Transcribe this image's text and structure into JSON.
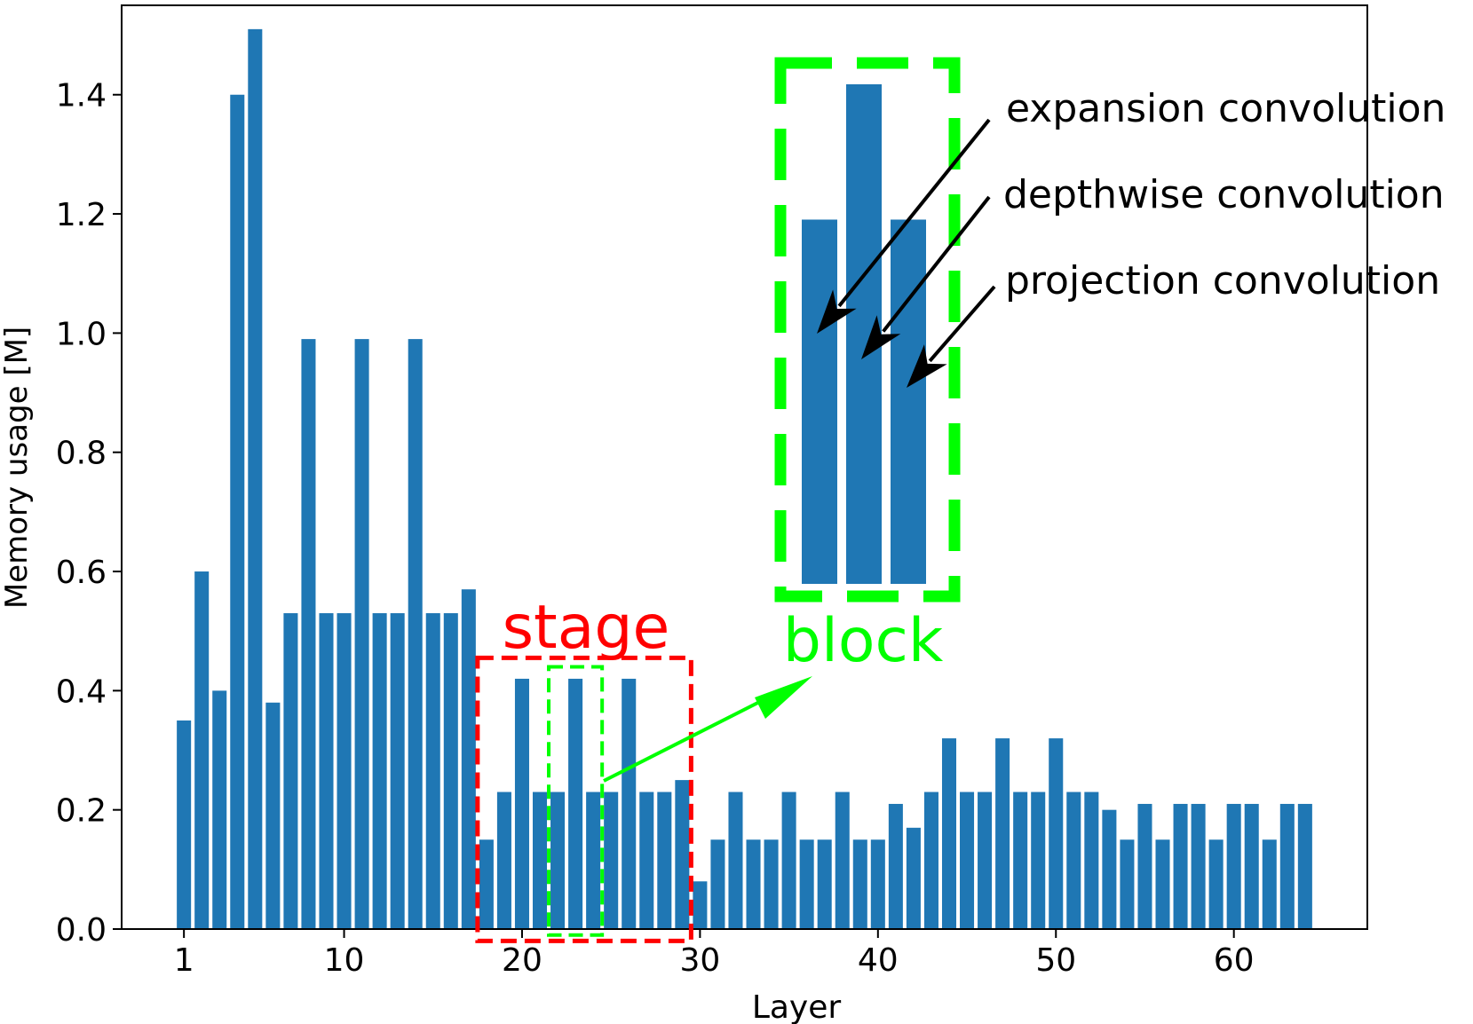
{
  "chart_data": {
    "type": "bar",
    "xlabel": "Layer",
    "ylabel": "Memory usage [M]",
    "xlim": [
      -2.5,
      67.5
    ],
    "ylim": [
      0,
      1.55
    ],
    "x_ticks": [
      1,
      10,
      20,
      30,
      40,
      50,
      60
    ],
    "y_ticks": [
      "0.0",
      "0.2",
      "0.4",
      "0.6",
      "0.8",
      "1.0",
      "1.2",
      "1.4"
    ],
    "bar_color": "#1f77b4",
    "x": [
      1,
      2,
      3,
      4,
      5,
      6,
      7,
      8,
      9,
      10,
      11,
      12,
      13,
      14,
      15,
      16,
      17,
      18,
      19,
      20,
      21,
      22,
      23,
      24,
      25,
      26,
      27,
      28,
      29,
      30,
      31,
      32,
      33,
      34,
      35,
      36,
      37,
      38,
      39,
      40,
      41,
      42,
      43,
      44,
      45,
      46,
      47,
      48,
      49,
      50,
      51,
      52,
      53,
      54,
      55,
      56,
      57,
      58,
      59,
      60,
      61,
      62,
      63,
      64
    ],
    "values": [
      0.35,
      0.6,
      0.4,
      1.4,
      1.51,
      0.38,
      0.53,
      0.99,
      0.53,
      0.53,
      0.99,
      0.53,
      0.53,
      0.99,
      0.53,
      0.53,
      0.57,
      0.15,
      0.23,
      0.42,
      0.23,
      0.23,
      0.42,
      0.23,
      0.23,
      0.42,
      0.23,
      0.23,
      0.25,
      0.08,
      0.15,
      0.23,
      0.15,
      0.15,
      0.23,
      0.15,
      0.15,
      0.23,
      0.15,
      0.15,
      0.21,
      0.17,
      0.23,
      0.32,
      0.23,
      0.23,
      0.32,
      0.23,
      0.23,
      0.32,
      0.23,
      0.23,
      0.2,
      0.15,
      0.21,
      0.15,
      0.21,
      0.21,
      0.15,
      0.21,
      0.21,
      0.15,
      0.21,
      0.21
    ],
    "annotations": {
      "stage": {
        "label": "stage",
        "color": "#ff0000",
        "x_range": [
          17.5,
          29.5
        ],
        "y_range": [
          -0.02,
          0.455
        ]
      },
      "block": {
        "label": "block",
        "color": "#00ff00",
        "x_range": [
          21.5,
          24.5
        ],
        "y_range": [
          -0.01,
          0.44
        ]
      },
      "inset": {
        "values": [
          1.05,
          1.44,
          1.05
        ],
        "labels": [
          "expansion convolution",
          "depthwise convolution",
          "projection convolution"
        ]
      }
    }
  }
}
